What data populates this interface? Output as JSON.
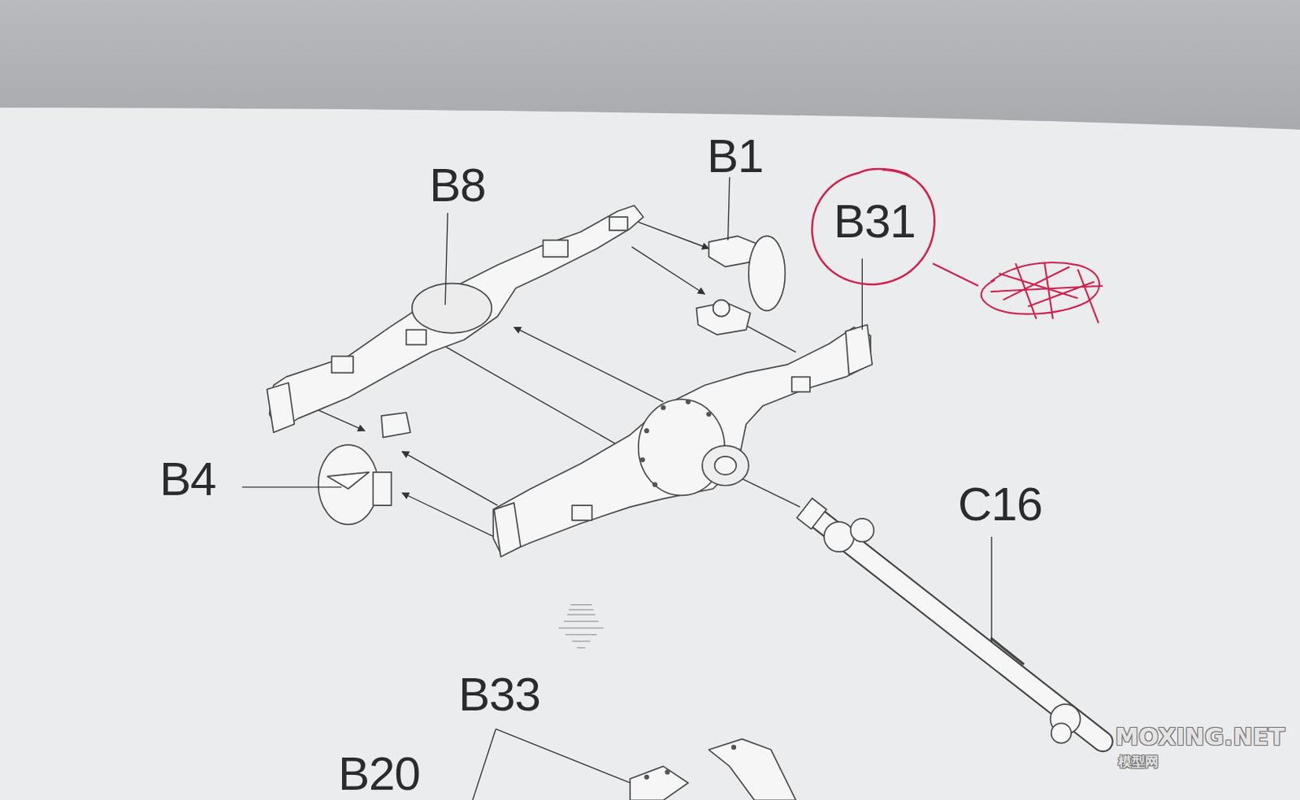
{
  "diagram": {
    "nodes": [
      {
        "text": [
          "B31"
        ]
      }
    ],
    "labels": [
      "B8",
      "B1",
      "B4",
      "C16",
      "B33",
      "B20",
      "MOXING.NET",
      "模型网"
    ]
  }
}
